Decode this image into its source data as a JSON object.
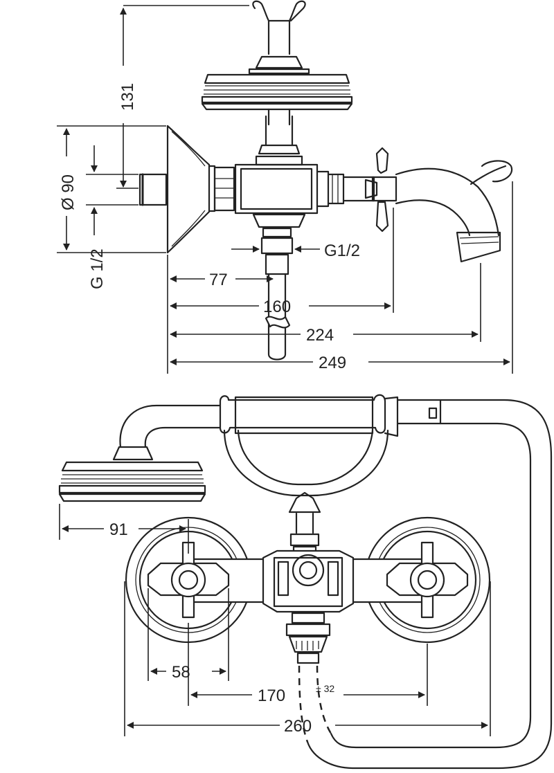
{
  "dimensions": {
    "height_131": "131",
    "dia_90": "Ø 90",
    "thread_left": "G 1/2",
    "thread_outlet": "G1/2",
    "d77": "77",
    "d160": "160",
    "d224": "224",
    "d249": "249",
    "d91": "91",
    "d58": "58",
    "d170": "170",
    "d170_tol": "± 32",
    "d260": "260"
  }
}
